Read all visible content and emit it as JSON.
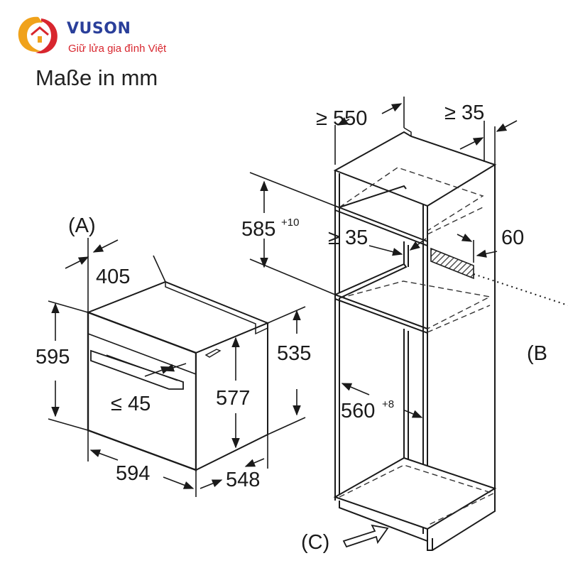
{
  "brand": {
    "name": "VUSON",
    "tagline": "Giữ lửa gia đình Việt",
    "colors": {
      "primary": "#2a3f9a",
      "accent": "#d8262e",
      "warm": "#f0a21b"
    }
  },
  "title": "Maße in mm",
  "labels": {
    "A": "(A)",
    "B": "(B",
    "C": "(C)"
  },
  "dimensions": {
    "oven_depth_top": "405",
    "oven_height": "595",
    "oven_front_height": "535",
    "oven_inner_height": "577",
    "handle_gap": "≤ 45",
    "oven_width": "594",
    "oven_depth": "548",
    "cabinet_depth": "≥ 550",
    "cabinet_back_gap": "≥ 35",
    "niche_height": "585",
    "niche_height_tol": "+10",
    "shelf_gap": "≥ 35",
    "vent_size": "60",
    "niche_width": "560",
    "niche_width_tol": "+8"
  }
}
